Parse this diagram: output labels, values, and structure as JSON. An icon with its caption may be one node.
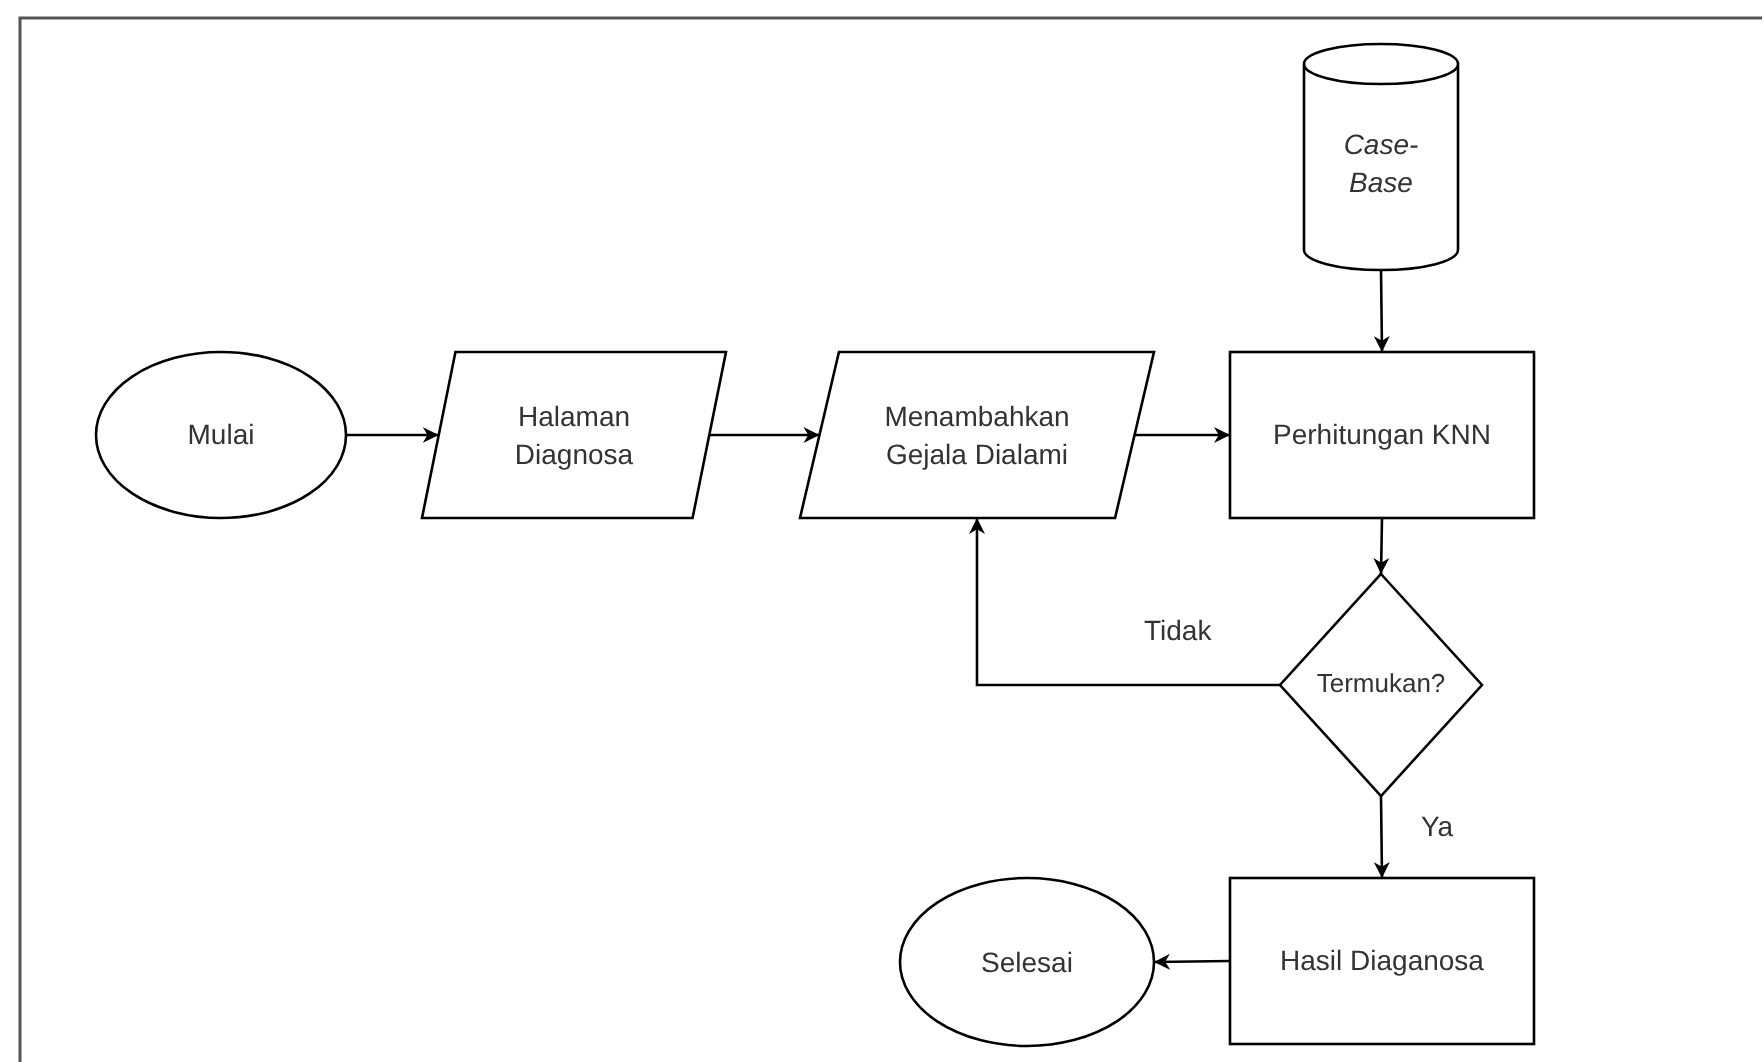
{
  "diagram": {
    "nodes": [
      {
        "text": [
          "Mulai"
        ]
      },
      {
        "text": [
          "Halaman Diagnosa"
        ]
      },
      {
        "text": [
          "Menambahkan Gejala Dialami"
        ]
      },
      {
        "text": [
          "Case-Base"
        ]
      },
      {
        "text": [
          "Perhitungan KNN"
        ]
      },
      {
        "text": [
          "Termukan?"
        ]
      },
      {
        "text": [
          "Hasil Diaganosa"
        ]
      },
      {
        "text": [
          "Selesai"
        ]
      }
    ],
    "edges": [
      {
        "from": 0,
        "to": 1,
        "arrow": "to"
      },
      {
        "from": 1,
        "to": 2,
        "arrow": "to"
      },
      {
        "from": 2,
        "to": 4,
        "arrow": "to"
      },
      {
        "from": 3,
        "to": 4,
        "arrow": "to"
      },
      {
        "from": 4,
        "to": 5,
        "arrow": "to"
      },
      {
        "from": 5,
        "to": 2,
        "arrow": "to",
        "label": "Tidak"
      },
      {
        "from": 5,
        "to": 6,
        "arrow": "to",
        "label": "Ya"
      },
      {
        "from": 6,
        "to": 7,
        "arrow": "to"
      }
    ]
  }
}
